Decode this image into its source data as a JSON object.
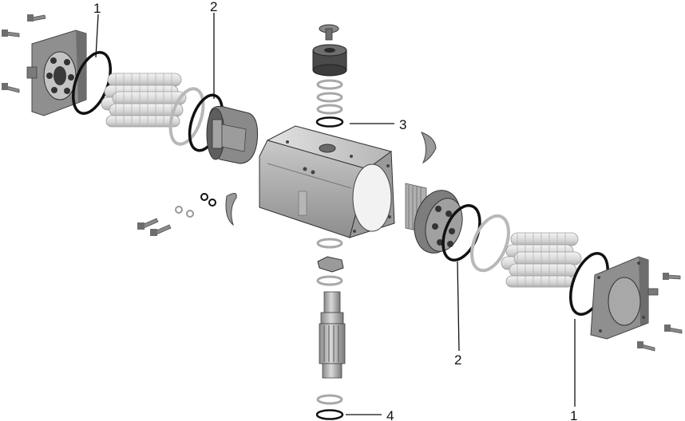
{
  "callouts": {
    "c1_left": "1",
    "c2_left": "2",
    "c3": "3",
    "c2_right": "2",
    "c4": "4",
    "c1_right": "1"
  },
  "colors": {
    "metal_light": "#d8d8d8",
    "metal_mid": "#a9a9a9",
    "metal_dark": "#6e6e6e",
    "oring": "#111111",
    "spring": "#e4e4e4"
  }
}
